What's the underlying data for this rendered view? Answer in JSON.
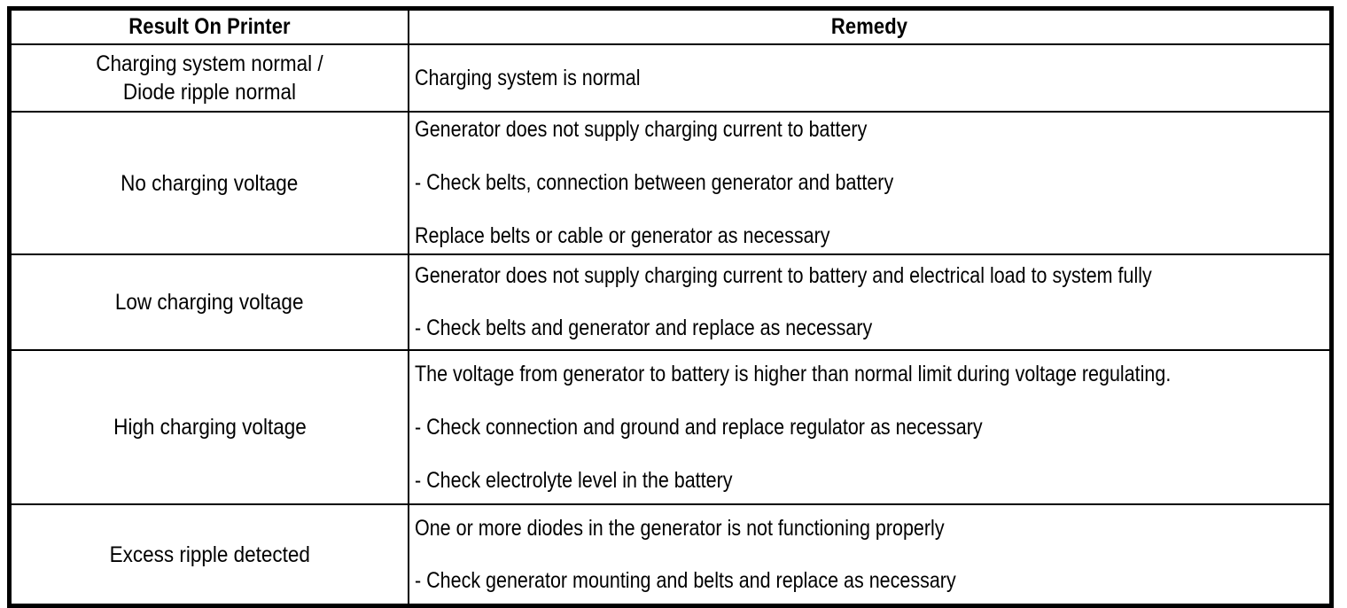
{
  "table": {
    "headers": {
      "result": "Result On Printer",
      "remedy": "Remedy"
    },
    "rows": [
      {
        "result_lines": [
          "Charging system normal /",
          "Diode ripple normal"
        ],
        "remedy_lines": [
          "Charging system is normal"
        ]
      },
      {
        "result_lines": [
          "No charging voltage"
        ],
        "remedy_lines": [
          "Generator does not supply charging current to battery",
          "- Check belts, connection between generator and battery",
          "Replace belts or cable or generator as necessary"
        ]
      },
      {
        "result_lines": [
          "Low charging voltage"
        ],
        "remedy_lines": [
          "Generator does not supply charging current to battery and electrical load to system fully",
          "- Check belts and generator and replace as necessary"
        ]
      },
      {
        "result_lines": [
          "High charging voltage"
        ],
        "remedy_lines": [
          "The voltage from generator to battery is higher than normal limit during voltage regulating.",
          "- Check connection and ground and replace regulator as necessary",
          "- Check electrolyte level in the battery"
        ]
      },
      {
        "result_lines": [
          "Excess ripple detected"
        ],
        "remedy_lines": [
          "One or more diodes in the generator is not functioning properly",
          "- Check generator mounting and belts and replace as necessary"
        ]
      }
    ]
  },
  "colors": {
    "background": "#ffffff",
    "text": "#000000",
    "border": "#000000"
  }
}
